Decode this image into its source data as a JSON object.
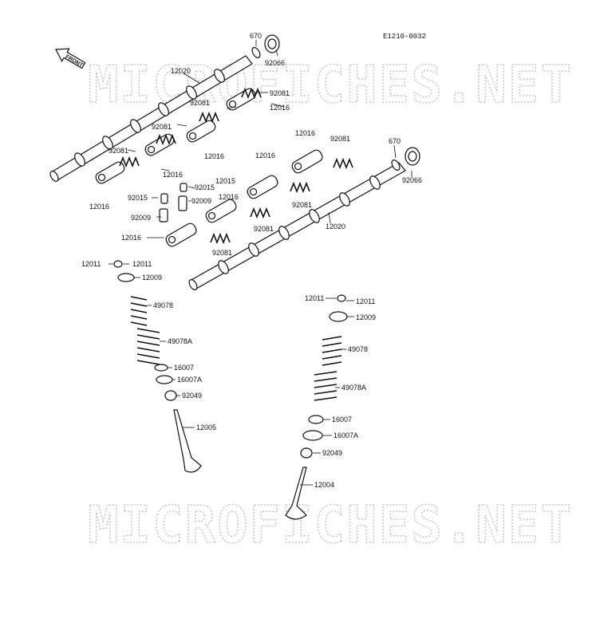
{
  "diagram": {
    "code": "E1210-0032",
    "front_label": "FRONT",
    "watermark": "MICROFICHES.NET",
    "labels": {
      "670_a": "670",
      "92066_a": "92066",
      "12020_a": "12020",
      "92081_a": "92081",
      "92081_b": "92081",
      "12016_a": "12016",
      "92081_c": "92081",
      "12016_b": "12016",
      "92081_d": "92081",
      "12016_c": "12016",
      "12016_d": "12016",
      "92015_a": "92015",
      "92015_b": "92015",
      "92009_a": "92009",
      "92009_b": "92009",
      "12015": "12015",
      "12016_e": "12016",
      "12016_f": "12016",
      "12016_g": "12016",
      "92081_e": "92081",
      "92081_f": "92081",
      "92081_g": "92081",
      "670_b": "670",
      "92066_b": "92066",
      "12020_b": "12020",
      "12016_h": "12016",
      "12011_a": "12011",
      "12011_b": "12011",
      "12009_a": "12009",
      "49078_a": "49078",
      "49078A_a": "49078A",
      "16007_a": "16007",
      "16007A_a": "16007A",
      "92049_a": "92049",
      "12005": "12005",
      "12011_c": "12011",
      "12011_d": "12011",
      "12009_b": "12009",
      "49078_b": "49078",
      "49078A_b": "49078A",
      "16007_b": "16007",
      "16007A_b": "16007A",
      "92049_b": "92049",
      "12004": "12004"
    }
  }
}
